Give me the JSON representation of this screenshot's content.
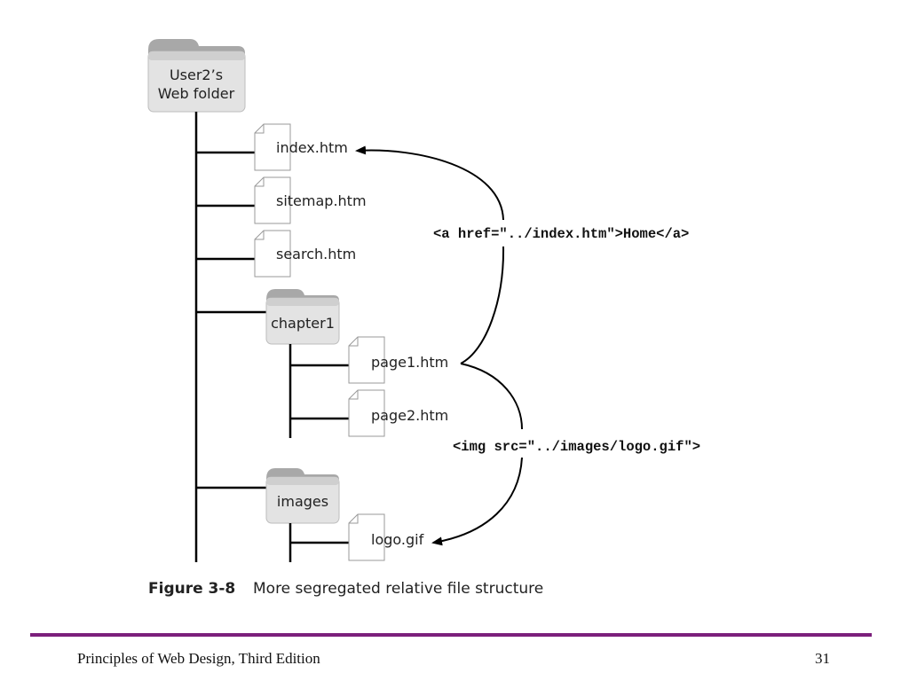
{
  "root_folder": {
    "line1": "User2’s",
    "line2": "Web folder"
  },
  "files": [
    "index.htm",
    "sitemap.htm",
    "search.htm"
  ],
  "folders": [
    {
      "name": "chapter1",
      "files": [
        "page1.htm",
        "page2.htm"
      ]
    },
    {
      "name": "images",
      "files": [
        "logo.gif"
      ]
    }
  ],
  "annotations": {
    "link_code": "<a href=\"../index.htm\">Home</a>",
    "img_code": "<img src=\"../images/logo.gif\">"
  },
  "caption": {
    "label": "Figure 3-8",
    "text": "More segregated relative file structure"
  },
  "footer": {
    "book": "Principles of Web Design, Third Edition",
    "page": "31"
  },
  "colors": {
    "rule": "#7b1f7b",
    "folder_tab": "#a6a6a6",
    "folder_body": "#e2e2e2",
    "line": "#000000"
  }
}
